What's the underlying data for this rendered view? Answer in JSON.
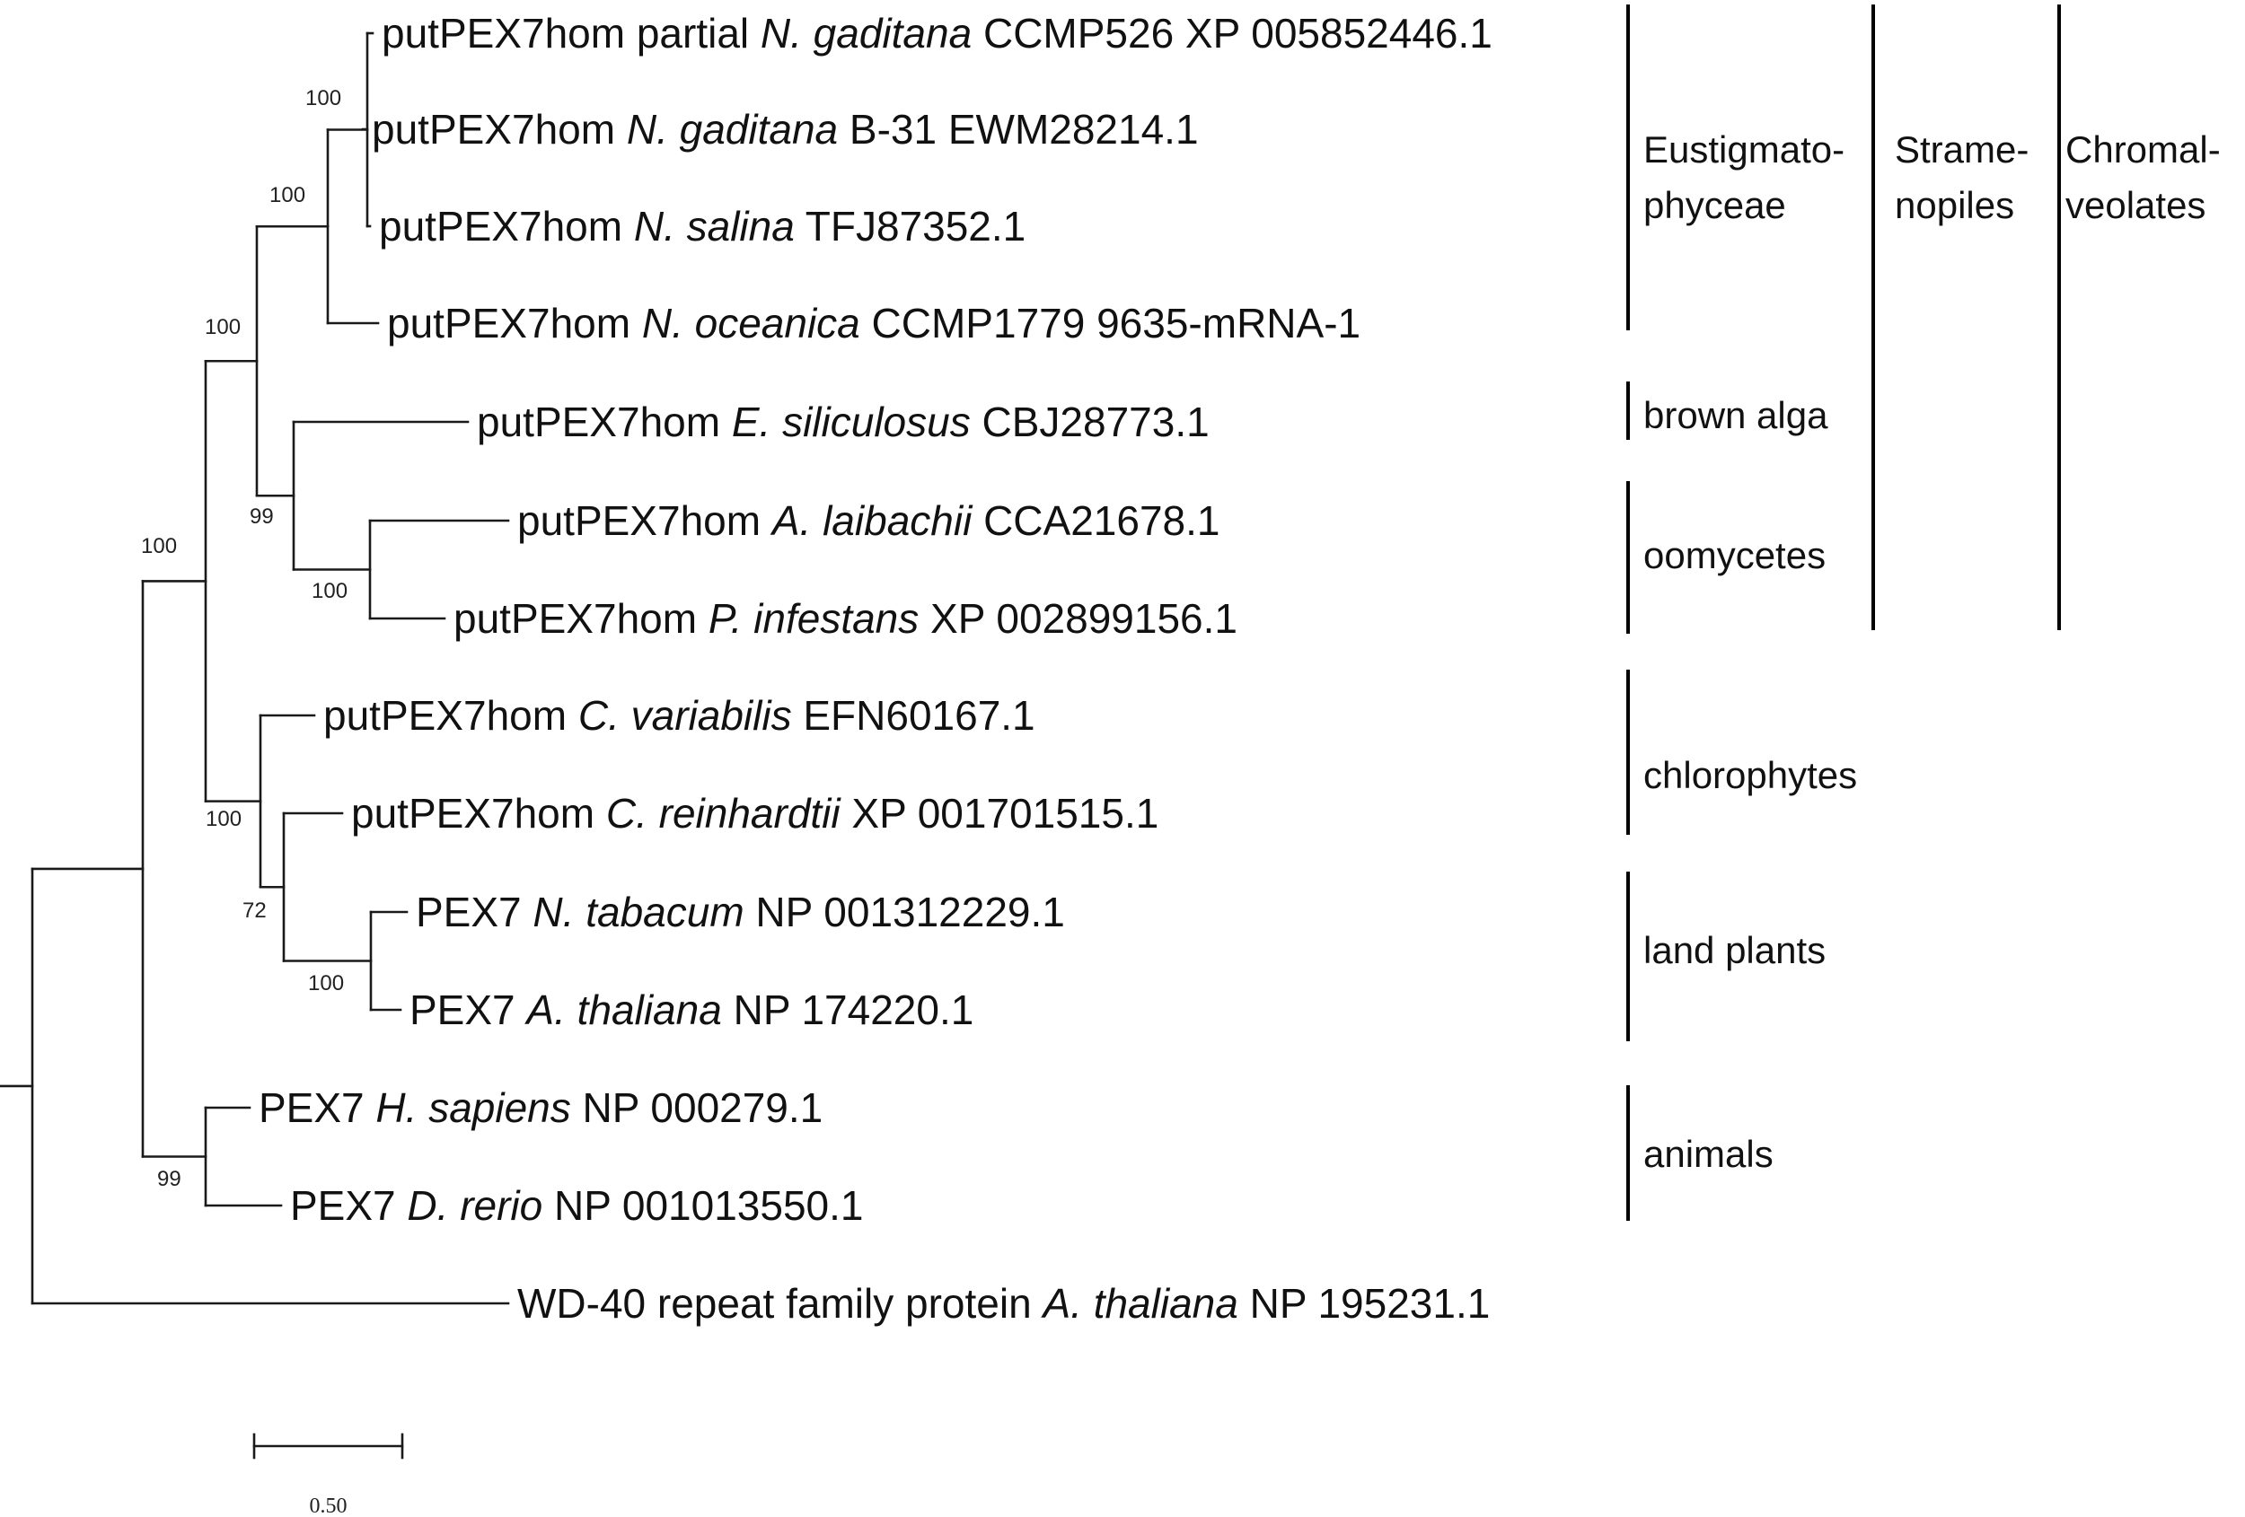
{
  "leaves": [
    {
      "prefix": "putPEX7hom partial ",
      "species": "N. gaditana",
      "suffix": " CCMP526 XP 005852446.1"
    },
    {
      "prefix": "putPEX7hom ",
      "species": "N. gaditana",
      "suffix": " B-31 EWM28214.1"
    },
    {
      "prefix": "putPEX7hom ",
      "species": "N. salina",
      "suffix": " TFJ87352.1"
    },
    {
      "prefix": "putPEX7hom ",
      "species": "N. oceanica",
      "suffix": " CCMP1779 9635-mRNA-1"
    },
    {
      "prefix": "putPEX7hom ",
      "species": "E. siliculosus",
      "suffix": " CBJ28773.1"
    },
    {
      "prefix": "putPEX7hom ",
      "species": "A. laibachii",
      "suffix": " CCA21678.1"
    },
    {
      "prefix": "putPEX7hom ",
      "species": "P. infestans",
      "suffix": " XP 002899156.1"
    },
    {
      "prefix": "putPEX7hom ",
      "species": "C. variabilis",
      "suffix": " EFN60167.1"
    },
    {
      "prefix": "putPEX7hom ",
      "species": "C. reinhardtii",
      "suffix": " XP 001701515.1"
    },
    {
      "prefix": "PEX7 ",
      "species": "N. tabacum",
      "suffix": " NP 001312229.1"
    },
    {
      "prefix": "PEX7 ",
      "species": "A. thaliana",
      "suffix": " NP 174220.1"
    },
    {
      "prefix": "PEX7 ",
      "species": "H. sapiens",
      "suffix": " NP 000279.1"
    },
    {
      "prefix": "PEX7 ",
      "species": "D. rerio",
      "suffix": " NP 001013550.1"
    },
    {
      "prefix": "WD-40 repeat family protein ",
      "species": "A. thaliana",
      "suffix": " NP 195231.1"
    }
  ],
  "bootstrap": [
    {
      "id": "b1",
      "value": "100"
    },
    {
      "id": "b2",
      "value": "100"
    },
    {
      "id": "b3",
      "value": "100"
    },
    {
      "id": "b4",
      "value": "100"
    },
    {
      "id": "b5",
      "value": "99"
    },
    {
      "id": "b6",
      "value": "100"
    },
    {
      "id": "b7",
      "value": "100"
    },
    {
      "id": "b8",
      "value": "72"
    },
    {
      "id": "b9",
      "value": "100"
    },
    {
      "id": "b10",
      "value": "99"
    }
  ],
  "groups": [
    {
      "name": "eustigmatophyceae",
      "lines": [
        "Eustigmato-",
        "phyceae"
      ]
    },
    {
      "name": "brown-alga",
      "lines": [
        "brown alga"
      ]
    },
    {
      "name": "oomycetes",
      "lines": [
        "oomycetes"
      ]
    },
    {
      "name": "chlorophytes",
      "lines": [
        "chlorophytes"
      ]
    },
    {
      "name": "land-plants",
      "lines": [
        "land plants"
      ]
    },
    {
      "name": "animals",
      "lines": [
        "animals"
      ]
    },
    {
      "name": "stramenopiles",
      "lines": [
        "Strame-",
        "nopiles"
      ]
    },
    {
      "name": "chromalveolates",
      "lines": [
        "Chromal-",
        "veolates"
      ]
    }
  ],
  "scale_bar": {
    "label": "0.50",
    "length": 0.5
  }
}
